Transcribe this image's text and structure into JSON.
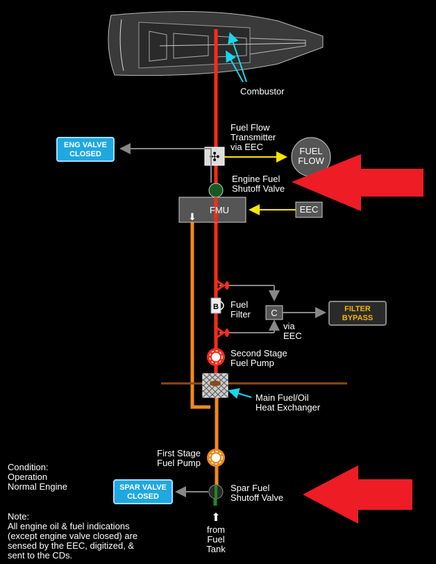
{
  "labels": {
    "combustor": "Combustor",
    "fuel_flow_transmitter": [
      "Fuel Flow",
      "Transmitter",
      "via EEC"
    ],
    "fuel_flow_gauge": [
      "FUEL",
      "FLOW"
    ],
    "engine_fuel_shutoff_valve": [
      "Engine Fuel",
      "Shutoff Valve"
    ],
    "fmu": "FMU",
    "eec": "EEC",
    "fuel_filter": [
      "Fuel",
      "Filter"
    ],
    "filter_b": "B",
    "filter_c": "C",
    "via_eec": [
      "via",
      "EEC"
    ],
    "second_stage_pump": [
      "Second Stage",
      "Fuel Pump"
    ],
    "heat_exchanger": [
      "Main Fuel/Oil",
      "Heat Exchanger"
    ],
    "first_stage_pump": [
      "First Stage",
      "Fuel Pump"
    ],
    "spar_fuel_shutoff_valve": [
      "Spar Fuel",
      "Shutoff Valve"
    ],
    "from_fuel_tank": [
      "from",
      "Fuel",
      "Tank"
    ],
    "condition": [
      "Condition:",
      "Operation",
      "Normal Engine"
    ],
    "note": [
      "Note:",
      "All engine oil & fuel indications",
      "(except engine valve closed) are",
      "sensed by the EEC, digitized, &",
      "sent to the CDs."
    ]
  },
  "indicators": {
    "eng_valve_closed": [
      "ENG VALVE",
      "CLOSED"
    ],
    "filter_bypass": [
      "FILTER",
      "BYPASS"
    ],
    "spar_valve_closed": [
      "SPAR VALVE",
      "CLOSED"
    ]
  },
  "colors": {
    "fuel_high_pressure": "#ff2a1a",
    "fuel_low_pressure": "#f08a1e",
    "fuel_supply": "#1f8a2a",
    "signal": "#ffe600",
    "indicator_blue": "#1fa8e0",
    "indicator_amber": "#f5b400",
    "pointer_arrow": "#ee1c25",
    "cyan_pointer": "#19d6e8"
  }
}
